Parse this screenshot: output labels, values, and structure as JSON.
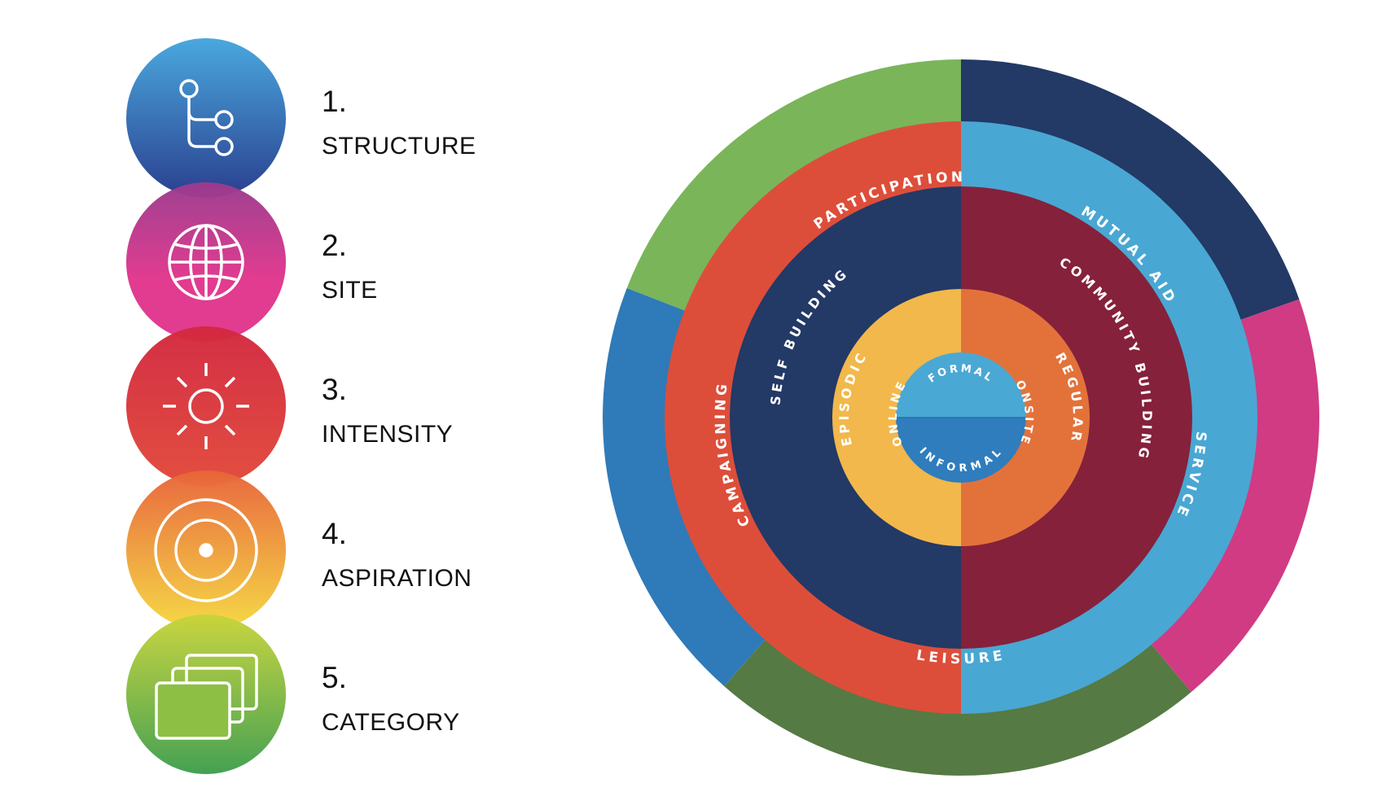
{
  "legend": {
    "items": [
      {
        "number": "1.",
        "label": "STRUCTURE",
        "icon": "branch-icon",
        "colors": [
          "#4aa8de",
          "#2a3f8f"
        ]
      },
      {
        "number": "2.",
        "label": "SITE",
        "icon": "globe-icon",
        "colors": [
          "#9b3b8e",
          "#e0368c"
        ]
      },
      {
        "number": "3.",
        "label": "INTENSITY",
        "icon": "sun-icon",
        "colors": [
          "#d2283f",
          "#e2493a"
        ]
      },
      {
        "number": "4.",
        "label": "ASPIRATION",
        "icon": "target-icon",
        "colors": [
          "#e8643a",
          "#f5d840"
        ]
      },
      {
        "number": "5.",
        "label": "CATEGORY",
        "icon": "cards-stack-icon",
        "colors": [
          "#c8d43a",
          "#3f9e4e"
        ]
      }
    ]
  },
  "wheel": {
    "center_top": "FORMAL",
    "center_bottom": "INFORMAL",
    "ring_aspiration": [
      "ONLINE",
      "ONSITE"
    ],
    "ring_intensity": [
      "EPISODIC",
      "REGULAR"
    ],
    "ring_site": [
      "SELF BUILDING",
      "COMMUNITY BUILDING"
    ],
    "ring_category": [
      "PARTICIPATION",
      "MUTUAL AID",
      "SERVICE",
      "LEISURE",
      "CAMPAIGNING"
    ],
    "colors": {
      "center_top": "#4aa8d4",
      "center_bottom": "#2f7dbd",
      "online": "#f2b84b",
      "onsite": "#e3723a",
      "episodic": "#233966",
      "regular": "#85213b",
      "self_building": "#dd4e3a",
      "community_building": "#49a7d3",
      "participation": "#7ab55a",
      "mutual_aid": "#233966",
      "service": "#d03b83",
      "leisure": "#567a43",
      "campaigning": "#2f7ab8"
    }
  }
}
